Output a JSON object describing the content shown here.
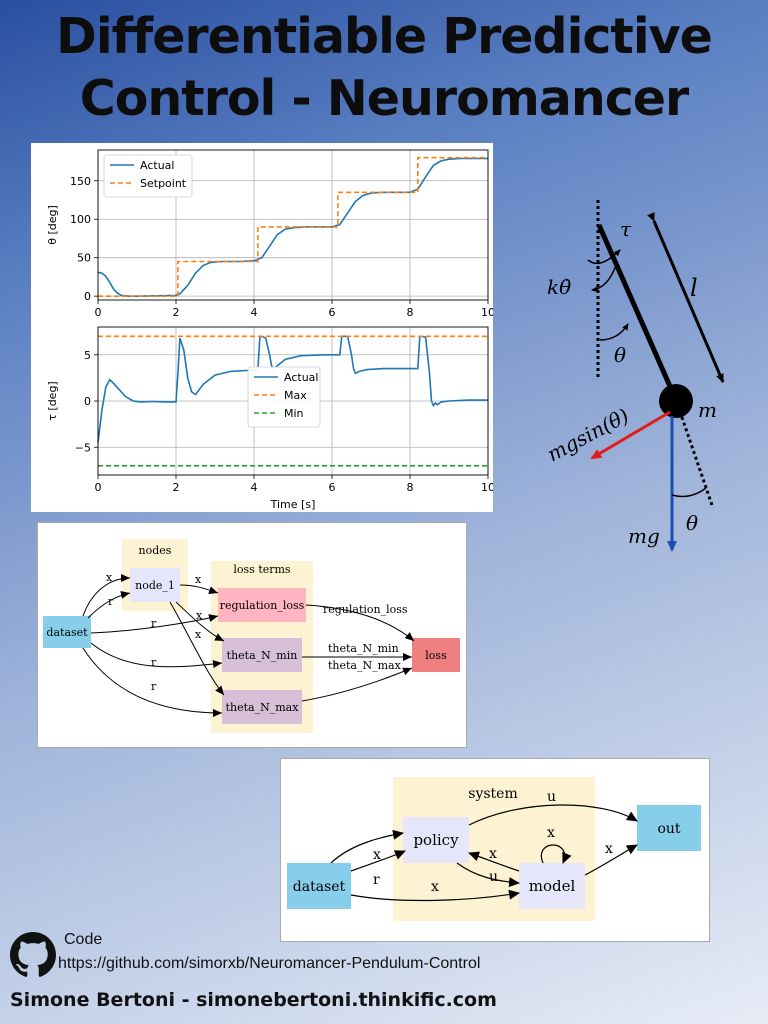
{
  "title": {
    "line1": "Differentiable Predictive",
    "line2": "Control - Neuromancer"
  },
  "chart_data": [
    {
      "type": "line",
      "ylabel": "θ [deg]",
      "xlim": [
        0,
        10
      ],
      "ylim": [
        -5,
        190
      ],
      "yticks": [
        0,
        50,
        100,
        150
      ],
      "xticks": [
        0,
        2,
        4,
        6,
        8,
        10
      ],
      "legend": "top-left",
      "grid": true,
      "series": [
        {
          "name": "Actual",
          "color": "#1f77b4",
          "style": "solid",
          "x": [
            0,
            0.1,
            0.2,
            0.3,
            0.4,
            0.5,
            0.6,
            0.8,
            1.0,
            1.5,
            2.0,
            2.1,
            2.3,
            2.5,
            2.7,
            2.9,
            3.2,
            3.6,
            4.0,
            4.2,
            4.4,
            4.6,
            4.8,
            5.0,
            5.3,
            5.7,
            6.0,
            6.2,
            6.4,
            6.6,
            6.8,
            7.0,
            7.3,
            7.7,
            8.0,
            8.2,
            8.4,
            8.6,
            8.8,
            9.0,
            9.3,
            9.7,
            10.0
          ],
          "y": [
            31,
            30,
            26,
            18,
            9,
            4,
            1,
            0,
            0,
            0.5,
            1,
            3,
            14,
            30,
            40,
            44,
            45,
            45,
            46,
            50,
            65,
            80,
            87,
            89,
            90,
            90,
            90,
            93,
            108,
            123,
            131,
            134,
            135,
            135,
            135,
            139,
            155,
            170,
            176,
            178,
            179,
            179,
            179
          ]
        },
        {
          "name": "Setpoint",
          "color": "#ff7f0e",
          "style": "dashed",
          "x": [
            0,
            2.05,
            2.05,
            4.1,
            4.1,
            6.15,
            6.15,
            8.2,
            8.2,
            10
          ],
          "y": [
            0,
            0,
            45,
            45,
            90,
            90,
            135,
            135,
            180,
            180
          ]
        }
      ]
    },
    {
      "type": "line",
      "xlabel": "Time [s]",
      "ylabel": "τ [deg]",
      "xlim": [
        0,
        10
      ],
      "ylim": [
        -8,
        8
      ],
      "yticks": [
        -5,
        0,
        5
      ],
      "xticks": [
        0,
        2,
        4,
        6,
        8,
        10
      ],
      "legend": "center",
      "grid": true,
      "series": [
        {
          "name": "Actual",
          "color": "#1f77b4",
          "style": "solid",
          "x": [
            0,
            0.1,
            0.2,
            0.3,
            0.4,
            0.55,
            0.7,
            0.9,
            1.1,
            1.4,
            1.7,
            2.0,
            2.05,
            2.1,
            2.2,
            2.3,
            2.4,
            2.5,
            2.7,
            3.0,
            3.4,
            3.8,
            4.1,
            4.15,
            4.2,
            4.3,
            4.4,
            4.45,
            4.5,
            4.6,
            4.8,
            5.2,
            5.8,
            6.2,
            6.25,
            6.3,
            6.4,
            6.5,
            6.55,
            6.6,
            6.7,
            6.9,
            7.3,
            7.9,
            8.2,
            8.25,
            8.3,
            8.4,
            8.5,
            8.55,
            8.6,
            8.65,
            8.7,
            8.8,
            9.0,
            9.5,
            10.0
          ],
          "y": [
            -4.5,
            -1,
            1.5,
            2.3,
            1.9,
            1.2,
            0.5,
            0,
            -0.1,
            -0.05,
            -0.1,
            -0.1,
            3,
            6.8,
            5.5,
            2.5,
            1,
            0.7,
            1.8,
            2.8,
            3.2,
            3.3,
            3.4,
            6.9,
            7.0,
            6.8,
            5.0,
            3.8,
            3.5,
            3.8,
            4.5,
            4.9,
            5.0,
            5.0,
            7.0,
            7.0,
            7.0,
            5.0,
            3.5,
            3.0,
            3.2,
            3.4,
            3.5,
            3.5,
            3.5,
            7.0,
            7.0,
            6.9,
            3.0,
            0,
            -0.5,
            -0.2,
            -0.4,
            -0.1,
            0,
            0.1,
            0.1
          ]
        },
        {
          "name": "Max",
          "color": "#ff7f0e",
          "style": "dashed",
          "x": [
            0,
            10
          ],
          "y": [
            7,
            7
          ]
        },
        {
          "name": "Min",
          "color": "#2ca02c",
          "style": "dashed",
          "x": [
            0,
            10
          ],
          "y": [
            -7,
            -7
          ]
        }
      ]
    }
  ],
  "pendulum": {
    "tau": "τ",
    "l": "l",
    "kthetadot": "kθ̇",
    "theta": "θ",
    "m": "m",
    "mgsin": "mgsin(θ)",
    "theta2": "θ",
    "mg": "mg"
  },
  "graph1": {
    "nodes_label": "nodes",
    "loss_terms_label": "loss terms",
    "dataset": "dataset",
    "node_1": "node_1",
    "regulation_loss": "regulation_loss",
    "theta_N_min": "theta_N_min",
    "theta_N_max": "theta_N_max",
    "loss": "loss",
    "edge_x1": "x",
    "edge_r1": "r",
    "edge_x2": "x",
    "edge_x3": "x",
    "edge_x4": "x",
    "edge_r2": "r",
    "edge_r3": "r",
    "edge_r4": "r",
    "edge_reg": "regulation_loss",
    "edge_min": "theta_N_min",
    "edge_max": "theta_N_max"
  },
  "graph2": {
    "system_label": "system",
    "dataset": "dataset",
    "policy": "policy",
    "model": "model",
    "out": "out",
    "edge_u_top": "u",
    "edge_x_dp": "x",
    "edge_r_dp": "r",
    "edge_x_dm": "x",
    "edge_x_mp": "x",
    "edge_u_pm": "u",
    "edge_x_self": "x",
    "edge_x_out": "x"
  },
  "footer": {
    "code_label": "Code",
    "url": "https://github.com/simorxb/Neuromancer-Pendulum-Control",
    "author": "Simone Bertoni - simonebertoni.thinkific.com",
    "github_icon": "github-icon"
  }
}
